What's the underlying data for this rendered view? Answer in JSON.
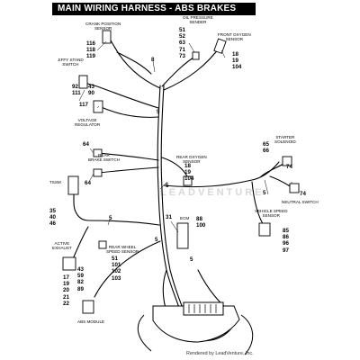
{
  "title": "MAIN WIRING HARNESS - ABS BRAKES",
  "watermark": "LEADVENTURE",
  "footer": "Rendered by LeadVenture, Inc.",
  "labels": {
    "crank": [
      "CRANK POSITION",
      "SENSOR"
    ],
    "oil": [
      "OIL PRESSURE",
      "SENDER"
    ],
    "front_o2": [
      "FRONT OXYGEN",
      "SENSOR"
    ],
    "jiffy": [
      "JIFFY STAND",
      "SWITCH"
    ],
    "voltage": [
      "VOLTAGE",
      "REGULATOR"
    ],
    "starter": [
      "STARTER",
      "SOLENOID"
    ],
    "rear_brake": [
      "REAR",
      "BRAKE SWITCH"
    ],
    "rear_o2": [
      "REAR OXYGEN",
      "SENSOR"
    ],
    "tssm": [
      "TSSM"
    ],
    "neutral": [
      "NEUTRAL SWITCH"
    ],
    "ecm": [
      "ECM"
    ],
    "vss": [
      "VEHICLE SPEED",
      "SENSOR"
    ],
    "active_exhaust": [
      "ACTIVE",
      "EXHAUST"
    ],
    "rear_wheel": [
      "REAR WHEEL",
      "SPEED SENSOR"
    ],
    "abs": [
      "ABS MODULE"
    ]
  },
  "callouts": {
    "crank": [
      "116",
      "118",
      "119"
    ],
    "oil": [
      "51",
      "52",
      "63",
      "71",
      "73"
    ],
    "top8": [
      "8"
    ],
    "front_o2": [
      "18",
      "19",
      "104"
    ],
    "jiffy_a": [
      "92",
      "111"
    ],
    "jiffy_b": [
      "43",
      "90"
    ],
    "voltage": [
      "117"
    ],
    "c5_a": [
      "5"
    ],
    "starter": [
      "65",
      "66"
    ],
    "rear_brake_a": [
      "64"
    ],
    "rear_brake_b": [
      "64"
    ],
    "rear_o2": [
      "18",
      "19",
      "104"
    ],
    "c5_b": [
      "5"
    ],
    "neutral_a": [
      "74"
    ],
    "neutral_b": [
      "74"
    ],
    "c5_c": [
      "5"
    ],
    "tssm": [
      "35",
      "40",
      "46"
    ],
    "c5_d": [
      "5"
    ],
    "ecm_a": [
      "31"
    ],
    "ecm_b": [
      "88",
      "100"
    ],
    "vss": [
      "85",
      "86",
      "96",
      "97"
    ],
    "rear_wheel": [
      "51",
      "101",
      "102",
      "103"
    ],
    "abs": [
      "43",
      "59",
      "82",
      "89"
    ],
    "abs_b": [
      "17",
      "19",
      "20",
      "21",
      "22"
    ],
    "c5_e": [
      "5"
    ],
    "c5_f": [
      "5"
    ]
  }
}
